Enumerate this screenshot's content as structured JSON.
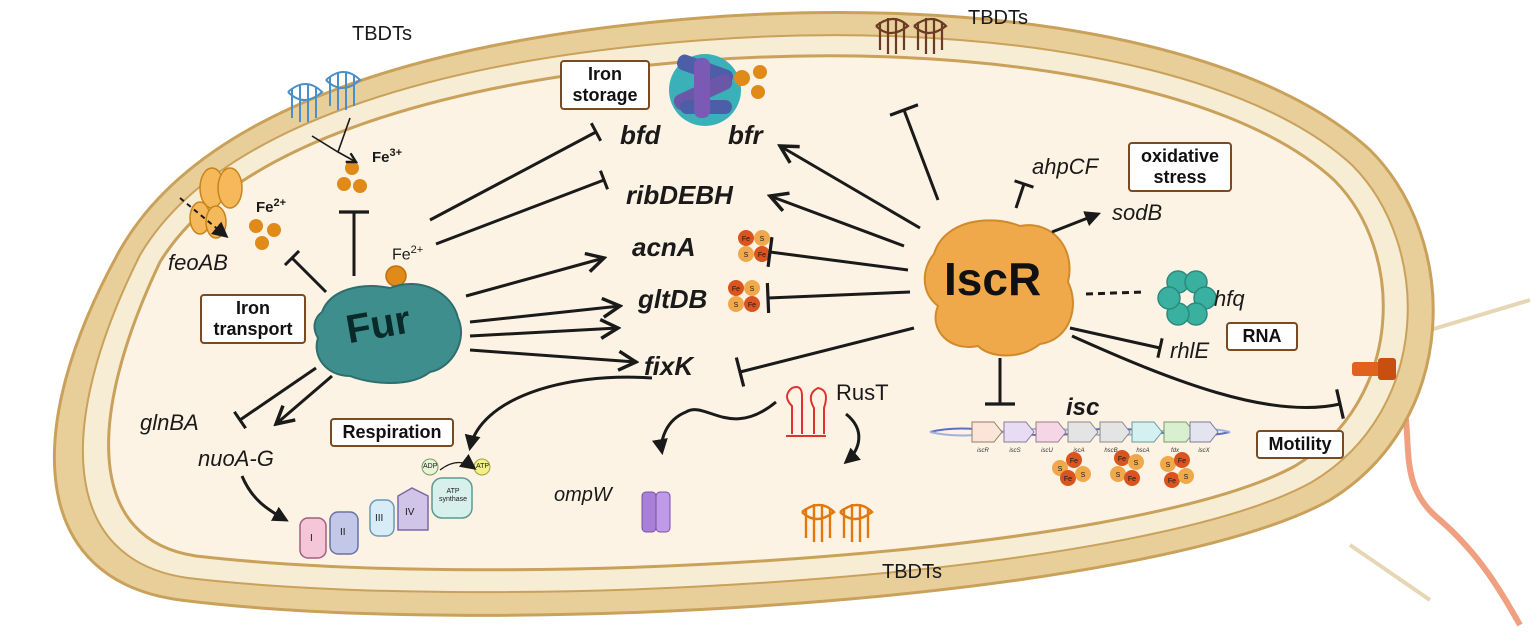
{
  "labels": {
    "tbdt_top_left": "TBDTs",
    "tbdt_top_right": "TBDTs",
    "tbdt_bottom": "TBDTs",
    "fe3": "Fe",
    "fe3_charge": "3+",
    "fe2_a": "Fe",
    "fe2_a_charge": "2+",
    "fe2_b": "Fe",
    "fe2_b_charge": "2+",
    "feoAB": "feoAB",
    "fur": "Fur",
    "iscr": "IscR",
    "bfd": "bfd",
    "bfr": "bfr",
    "ribDEBH": "ribDEBH",
    "acnA": "acnA",
    "gltDB": "gltDB",
    "fixK": "fixK",
    "ahpCF": "ahpCF",
    "sodB": "sodB",
    "hfq": "hfq",
    "rhlE": "rhlE",
    "isc": "isc",
    "glnBA": "glnBA",
    "nuoA_G": "nuoA-G",
    "ompW": "ompW",
    "rusT": "RusT",
    "adp": "ADP",
    "atp": "ATP",
    "atp_synthase_1": "ATP",
    "atp_synthase_2": "synthase",
    "complex_I": "I",
    "complex_II": "II",
    "complex_III": "III",
    "complex_IV": "IV",
    "fe_s": [
      "Fe",
      "S"
    ],
    "isc_operon": [
      "iscR",
      "iscS",
      "iscU",
      "iscA",
      "hscB",
      "hscA",
      "fdx",
      "iscX"
    ]
  },
  "boxes": {
    "iron_storage_1": "Iron",
    "iron_storage_2": "storage",
    "iron_transport_1": "Iron",
    "iron_transport_2": "transport",
    "oxidative_1": "oxidative",
    "oxidative_2": "stress",
    "respiration": "Respiration",
    "rna": "RNA",
    "motility": "Motility"
  },
  "colors": {
    "membrane": "#e8cf9a",
    "membrane_edge": "#c9a15a",
    "cytoplasm": "#fdf3e4",
    "fur": "#3f8e8e",
    "iscr": "#f0a94a",
    "iron": "#e08a1a",
    "box_border": "#7a4a23",
    "flagellum": "#f0a080",
    "motor": "#e0621c"
  }
}
